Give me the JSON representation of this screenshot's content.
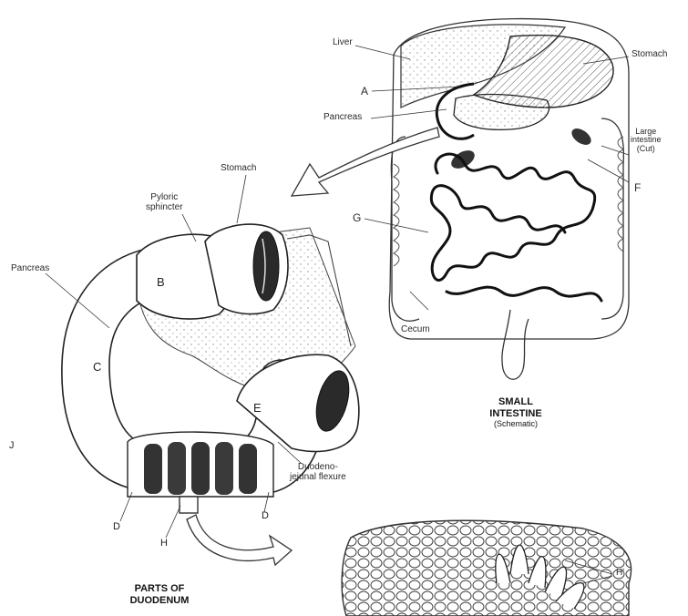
{
  "small_intestine_view": {
    "labels": {
      "liver": "Liver",
      "stomach": "Stomach",
      "a": "A",
      "pancreas": "Pancreas",
      "large_intestine": "Large\nintestine\n(Cut)",
      "f": "F",
      "g": "G",
      "cecum": "Cecum"
    },
    "caption": {
      "title_line1": "SMALL",
      "title_line2": "INTESTINE",
      "subtitle": "(Schematic)"
    }
  },
  "duodenum_view": {
    "labels": {
      "stomach": "Stomach",
      "pyloric_sphincter": "Pyloric\nsphincter",
      "pancreas": "Pancreas",
      "b": "B",
      "c": "C",
      "e": "E",
      "d_left": "D",
      "d_right": "D",
      "h": "H",
      "j": "J",
      "duodenojejunal_flexure": "Duodeno-\njejunal flexure"
    },
    "caption": {
      "title_line1": "PARTS OF",
      "title_line2": "DUODENUM"
    }
  },
  "villi_view": {
    "labels": {
      "h_prime": "H'"
    }
  }
}
